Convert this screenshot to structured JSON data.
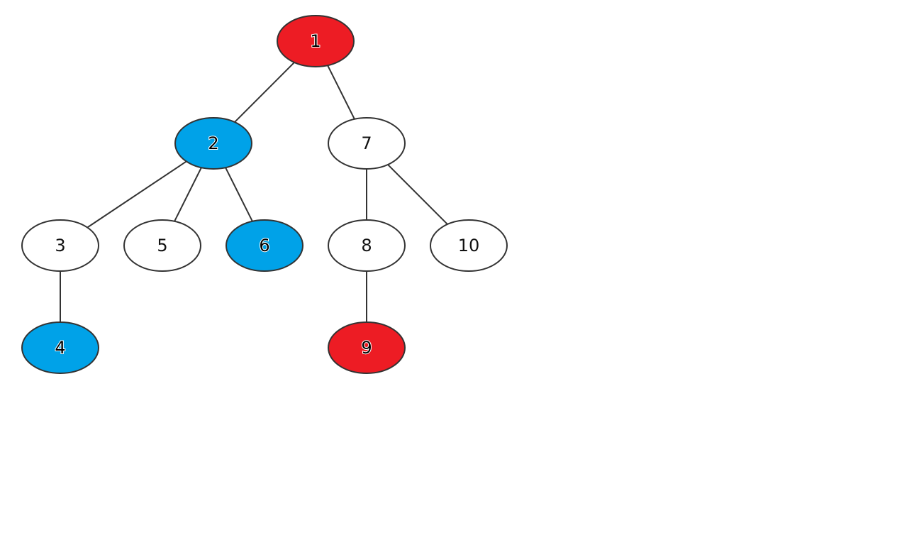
{
  "colors": {
    "red": "#ED1C24",
    "blue": "#00A2E8",
    "plain": "#FFFFFF",
    "stroke": "#333333"
  },
  "nodes": [
    {
      "id": "1",
      "label": "1",
      "fill": "red"
    },
    {
      "id": "2",
      "label": "2",
      "fill": "blue"
    },
    {
      "id": "7",
      "label": "7",
      "fill": "plain"
    },
    {
      "id": "3",
      "label": "3",
      "fill": "plain"
    },
    {
      "id": "5",
      "label": "5",
      "fill": "plain"
    },
    {
      "id": "6",
      "label": "6",
      "fill": "blue"
    },
    {
      "id": "8",
      "label": "8",
      "fill": "plain"
    },
    {
      "id": "10",
      "label": "10",
      "fill": "plain"
    },
    {
      "id": "4",
      "label": "4",
      "fill": "blue"
    },
    {
      "id": "9",
      "label": "9",
      "fill": "red"
    }
  ],
  "edges": [
    {
      "from": "1",
      "to": "2"
    },
    {
      "from": "1",
      "to": "7"
    },
    {
      "from": "2",
      "to": "3"
    },
    {
      "from": "2",
      "to": "5"
    },
    {
      "from": "2",
      "to": "6"
    },
    {
      "from": "7",
      "to": "8"
    },
    {
      "from": "7",
      "to": "10"
    },
    {
      "from": "3",
      "to": "4"
    },
    {
      "from": "8",
      "to": "9"
    }
  ]
}
